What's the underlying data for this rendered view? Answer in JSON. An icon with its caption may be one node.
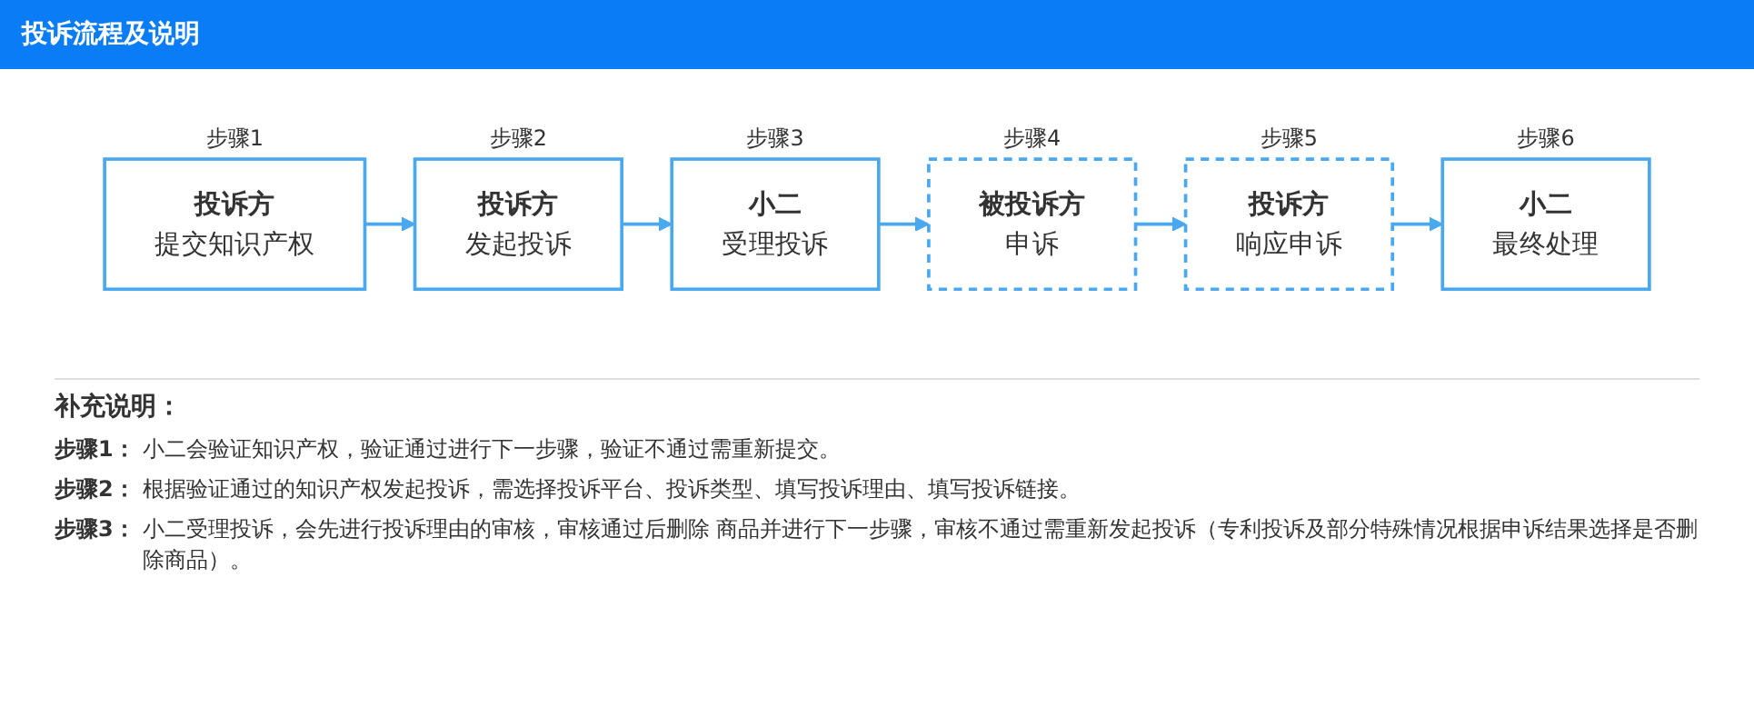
{
  "diagram": {
    "title": "投诉流程及说明",
    "nodes": [
      {
        "text": [
          "投诉方",
          "提交知识产权"
        ],
        "beside": [
          "步骤1"
        ]
      },
      {
        "text": [
          "投诉方",
          "发起投诉"
        ],
        "beside": [
          "步骤2"
        ]
      },
      {
        "text": [
          "小二",
          "受理投诉"
        ],
        "beside": [
          "步骤3"
        ]
      },
      {
        "text": [
          "被投诉方",
          "申诉"
        ],
        "beside": [
          "步骤4"
        ]
      },
      {
        "text": [
          "投诉方",
          "响应申诉"
        ],
        "beside": [
          "步骤5"
        ]
      },
      {
        "text": [
          "小二",
          "最终处理"
        ],
        "beside": [
          "步骤6"
        ]
      }
    ],
    "edges": [
      {
        "from": 0,
        "to": 1,
        "arrow": "to"
      },
      {
        "from": 1,
        "to": 2,
        "arrow": "to"
      },
      {
        "from": 2,
        "to": 3,
        "arrow": "to"
      },
      {
        "from": 3,
        "to": 4,
        "arrow": "to"
      },
      {
        "from": 4,
        "to": 5,
        "arrow": "to"
      }
    ],
    "labels": [
      "补充说明：",
      "步骤1：",
      "小二会验证知识产权，验证通过进行下一步骤，验证不通过需重新提交。",
      "步骤2：",
      "根据验证通过的知识产权发起投诉，需选择投诉平台、投诉类型、填写投诉理由、填写投诉链接。",
      "步骤3：",
      "小二受理投诉，会先进行投诉理由的审核，审核通过后删除 商品并进行下一步骤，审核不通过需重新发起投诉（专利投诉及部分特殊情况根据申诉结果选择是否删除商品）。"
    ]
  }
}
